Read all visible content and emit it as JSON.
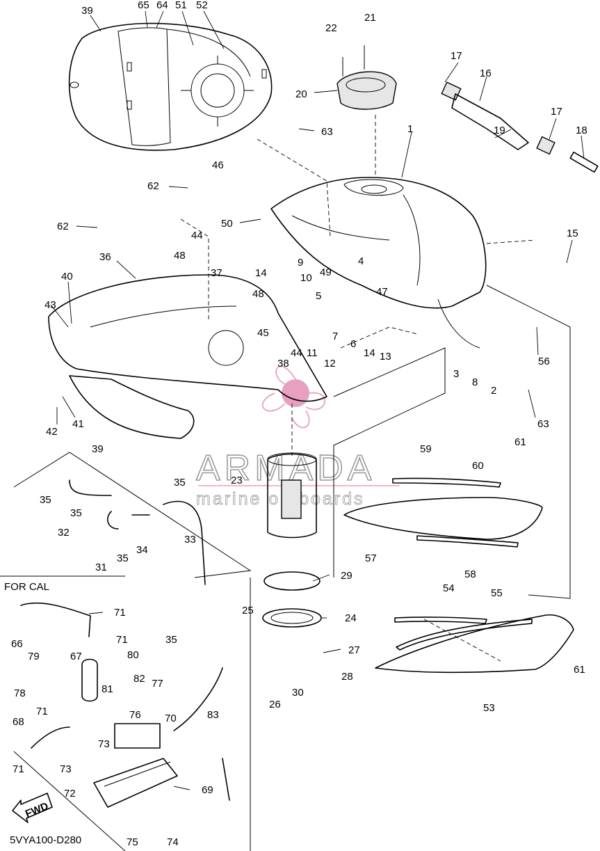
{
  "diagram": {
    "section_label": "FOR CAL",
    "diagram_code": "5VYA100-D280",
    "fwd_label": "FWD",
    "watermark": {
      "brand": "ARMADA",
      "tagline": "marine outboards",
      "logo_color": "#e8a0c0"
    },
    "callouts": [
      {
        "id": "c39a",
        "text": "39"
      },
      {
        "id": "c65",
        "text": "65"
      },
      {
        "id": "c64",
        "text": "64"
      },
      {
        "id": "c51",
        "text": "51"
      },
      {
        "id": "c52",
        "text": "52"
      },
      {
        "id": "c22",
        "text": "22"
      },
      {
        "id": "c21",
        "text": "21"
      },
      {
        "id": "c20",
        "text": "20"
      },
      {
        "id": "c17a",
        "text": "17"
      },
      {
        "id": "c16",
        "text": "16"
      },
      {
        "id": "c17b",
        "text": "17"
      },
      {
        "id": "c19",
        "text": "19"
      },
      {
        "id": "c18",
        "text": "18"
      },
      {
        "id": "c63a",
        "text": "63"
      },
      {
        "id": "c1",
        "text": "1"
      },
      {
        "id": "c46",
        "text": "46"
      },
      {
        "id": "c62a",
        "text": "62"
      },
      {
        "id": "c62b",
        "text": "62"
      },
      {
        "id": "c50",
        "text": "50"
      },
      {
        "id": "c44a",
        "text": "44"
      },
      {
        "id": "c15",
        "text": "15"
      },
      {
        "id": "c36",
        "text": "36"
      },
      {
        "id": "c48a",
        "text": "48"
      },
      {
        "id": "c37",
        "text": "37"
      },
      {
        "id": "c9",
        "text": "9"
      },
      {
        "id": "c49",
        "text": "49"
      },
      {
        "id": "c4",
        "text": "4"
      },
      {
        "id": "c14a",
        "text": "14"
      },
      {
        "id": "c40",
        "text": "40"
      },
      {
        "id": "c48b",
        "text": "48"
      },
      {
        "id": "c10",
        "text": "10"
      },
      {
        "id": "c47",
        "text": "47"
      },
      {
        "id": "c5",
        "text": "5"
      },
      {
        "id": "c43",
        "text": "43"
      },
      {
        "id": "c7",
        "text": "7"
      },
      {
        "id": "c45",
        "text": "45"
      },
      {
        "id": "c6",
        "text": "6"
      },
      {
        "id": "c14b",
        "text": "14"
      },
      {
        "id": "c13",
        "text": "13"
      },
      {
        "id": "c44b",
        "text": "44"
      },
      {
        "id": "c11",
        "text": "11"
      },
      {
        "id": "c12",
        "text": "12"
      },
      {
        "id": "c38",
        "text": "38"
      },
      {
        "id": "c56",
        "text": "56"
      },
      {
        "id": "c3",
        "text": "3"
      },
      {
        "id": "c8",
        "text": "8"
      },
      {
        "id": "c2",
        "text": "2"
      },
      {
        "id": "c42",
        "text": "42"
      },
      {
        "id": "c41",
        "text": "41"
      },
      {
        "id": "c63b",
        "text": "63"
      },
      {
        "id": "c39b",
        "text": "39"
      },
      {
        "id": "c61a",
        "text": "61"
      },
      {
        "id": "c59",
        "text": "59"
      },
      {
        "id": "c60",
        "text": "60"
      },
      {
        "id": "c23",
        "text": "23"
      },
      {
        "id": "c35a",
        "text": "35"
      },
      {
        "id": "c35b",
        "text": "35"
      },
      {
        "id": "c35c",
        "text": "35"
      },
      {
        "id": "c32",
        "text": "32"
      },
      {
        "id": "c33",
        "text": "33"
      },
      {
        "id": "c34",
        "text": "34"
      },
      {
        "id": "c35d",
        "text": "35"
      },
      {
        "id": "c31",
        "text": "31"
      },
      {
        "id": "c57",
        "text": "57"
      },
      {
        "id": "c58",
        "text": "58"
      },
      {
        "id": "c29",
        "text": "29"
      },
      {
        "id": "c54",
        "text": "54"
      },
      {
        "id": "c55",
        "text": "55"
      },
      {
        "id": "c71a",
        "text": "71"
      },
      {
        "id": "c25",
        "text": "25"
      },
      {
        "id": "c24",
        "text": "24"
      },
      {
        "id": "c66",
        "text": "66"
      },
      {
        "id": "c71b",
        "text": "71"
      },
      {
        "id": "c35e",
        "text": "35"
      },
      {
        "id": "c27",
        "text": "27"
      },
      {
        "id": "c61b",
        "text": "61"
      },
      {
        "id": "c79",
        "text": "79"
      },
      {
        "id": "c67",
        "text": "67"
      },
      {
        "id": "c80",
        "text": "80"
      },
      {
        "id": "c28",
        "text": "28"
      },
      {
        "id": "c82",
        "text": "82"
      },
      {
        "id": "c77",
        "text": "77"
      },
      {
        "id": "c78",
        "text": "78"
      },
      {
        "id": "c81",
        "text": "81"
      },
      {
        "id": "c26",
        "text": "26"
      },
      {
        "id": "c30",
        "text": "30"
      },
      {
        "id": "c53",
        "text": "53"
      },
      {
        "id": "c83",
        "text": "83"
      },
      {
        "id": "c71c",
        "text": "71"
      },
      {
        "id": "c76",
        "text": "76"
      },
      {
        "id": "c70",
        "text": "70"
      },
      {
        "id": "c68",
        "text": "68"
      },
      {
        "id": "c73a",
        "text": "73"
      },
      {
        "id": "c71d",
        "text": "71"
      },
      {
        "id": "c73b",
        "text": "73"
      },
      {
        "id": "c72",
        "text": "72"
      },
      {
        "id": "c69",
        "text": "69"
      },
      {
        "id": "c75",
        "text": "75"
      },
      {
        "id": "c74",
        "text": "74"
      }
    ]
  }
}
